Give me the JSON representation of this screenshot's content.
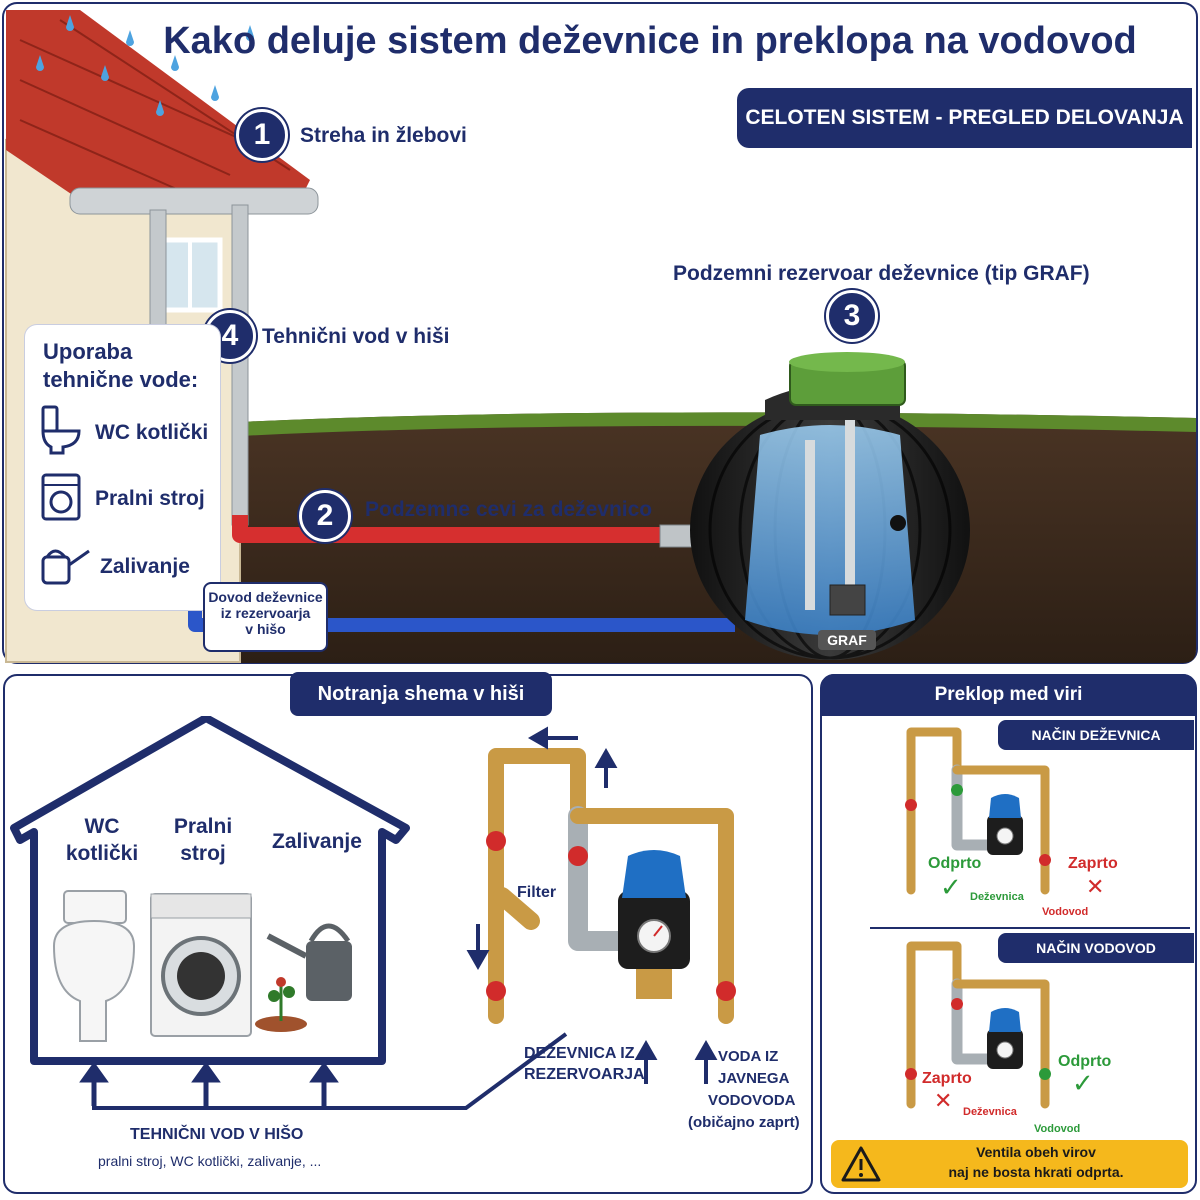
{
  "title": "Kako deluje sistem deževnice in preklopa na vodovod",
  "overview_banner": "CELOTEN SISTEM - PREGLED DELOVANJA",
  "steps": [
    {
      "number": "1",
      "label": "Streha in žlebovi"
    },
    {
      "number": "2",
      "label": "Podzemne cevi za deževnico"
    },
    {
      "number": "3",
      "label": "Podzemni rezervoar deževnice (tip GRAF)"
    },
    {
      "number": "4",
      "label": "Tehnični vod v hiši"
    }
  ],
  "tank_brand": "GRAF",
  "usage_box": {
    "title_line1": "Uporaba",
    "title_line2": "tehnične vode:",
    "items": [
      "WC kotlički",
      "Pralni stroj",
      "Zalivanje"
    ]
  },
  "supply_label": [
    "Dovod deževnice",
    "iz rezervoarja",
    "v hišo"
  ],
  "house_panel": {
    "tab": "Notranja shema v hiši",
    "appliances": [
      {
        "line1": "WC",
        "line2": "kotlički"
      },
      {
        "line1": "Pralni",
        "line2": "stroj"
      },
      {
        "line1": "Zalivanje",
        "line2": ""
      }
    ],
    "feed_title": "TEHNIČNI VOD V HIŠO",
    "feed_subtitle": "pralni stroj, WC kotlički, zalivanje, ...",
    "filter_label": "Filter",
    "rain_in": [
      "DEŽEVNICA IZ",
      "REZERVOARJA"
    ],
    "mains_in": [
      "VODA IZ",
      "JAVNEGA",
      "VODOVODA",
      "(običajno zaprt)"
    ]
  },
  "switch_panel": {
    "tab": "Preklop med viri",
    "mode1": {
      "title": "NAČIN DEŽEVNICA",
      "open": "Odprto",
      "closed": "Zaprto",
      "rain": "Deževnica",
      "mains": "Vodovod"
    },
    "mode2": {
      "title": "NAČIN VODOVOD",
      "open": "Odprto",
      "closed": "Zaprto",
      "rain": "Deževnica",
      "mains": "Vodovod"
    },
    "warning": [
      "Ventila obeh virov",
      "naj ne bosta hkrati odprta."
    ]
  },
  "colors": {
    "navy": "#1f2d6b",
    "roof": "#c0392b",
    "rain_pipe": "#d62f2f",
    "mains_pipe": "#2b56c9",
    "soil": "#3b2a1e",
    "grass": "#5d8a2c",
    "tank": "#1e1e1e",
    "water": "#6fb3ea",
    "warning": "#f5b81c",
    "open_green": "#2c9a3a",
    "closed_red": "#d12b2b"
  },
  "icons": [
    "rain-drop-icon",
    "toilet-icon",
    "washing-machine-icon",
    "watering-can-icon",
    "pressure-pump-icon",
    "valve-icon",
    "warning-triangle-icon",
    "check-icon",
    "cross-icon",
    "arrow-icon"
  ]
}
